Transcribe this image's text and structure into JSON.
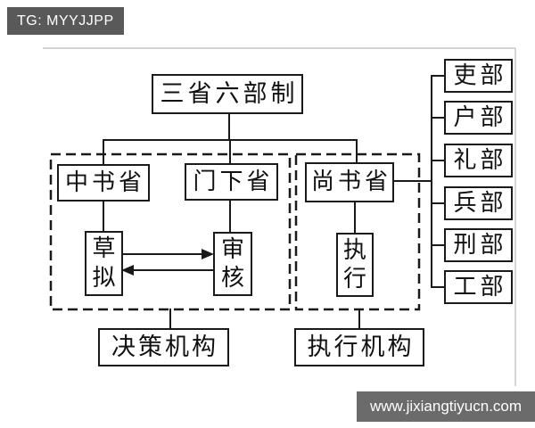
{
  "watermarks": {
    "top_left": "TG: MYYJJPP",
    "bottom_right": "www.jixiangtiyucn.com"
  },
  "diagram": {
    "title": "三省六部制",
    "departments": [
      {
        "name": "中书省",
        "function": "草拟"
      },
      {
        "name": "门下省",
        "function": "审核"
      },
      {
        "name": "尚书省",
        "function": "执行"
      }
    ],
    "groups": [
      {
        "label": "决策机构"
      },
      {
        "label": "执行机构"
      }
    ],
    "ministries": [
      "吏部",
      "户部",
      "礼部",
      "兵部",
      "刑部",
      "工部"
    ],
    "colors": {
      "line": "#1a1a1a",
      "frame": "#c6c6c6",
      "badge_top_bg": "#595959",
      "badge_bottom_bg": "#6b6b6b",
      "background": "#ffffff"
    }
  }
}
